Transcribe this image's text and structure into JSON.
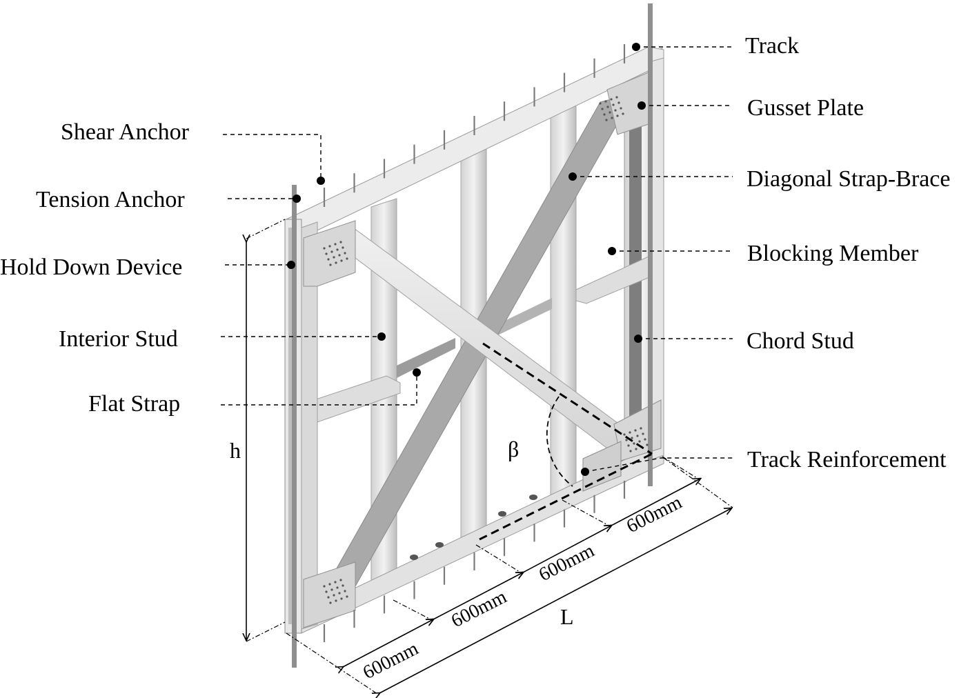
{
  "labels_left": {
    "shear_anchor": "Shear Anchor",
    "tension_anchor": "Tension Anchor",
    "hold_down_device": "Hold Down Device",
    "interior_stud": "Interior Stud",
    "flat_strap": "Flat Strap"
  },
  "labels_right": {
    "track": "Track",
    "gusset_plate": "Gusset Plate",
    "diagonal_strap_brace": "Diagonal Strap-Brace",
    "blocking_member": "Blocking Member",
    "chord_stud": "Chord Stud",
    "track_reinforcement": "Track Reinforcement"
  },
  "dimensions": {
    "height_symbol": "h",
    "length_symbol": "L",
    "angle_symbol": "β",
    "spacing_1": "600mm",
    "spacing_2": "600mm",
    "spacing_3": "600mm",
    "spacing_4": "600mm"
  },
  "colors": {
    "frame_light": "#e6e6e6",
    "frame_mid": "#c8c8c8",
    "frame_dark": "#8c8c8c",
    "ink": "#000000"
  }
}
